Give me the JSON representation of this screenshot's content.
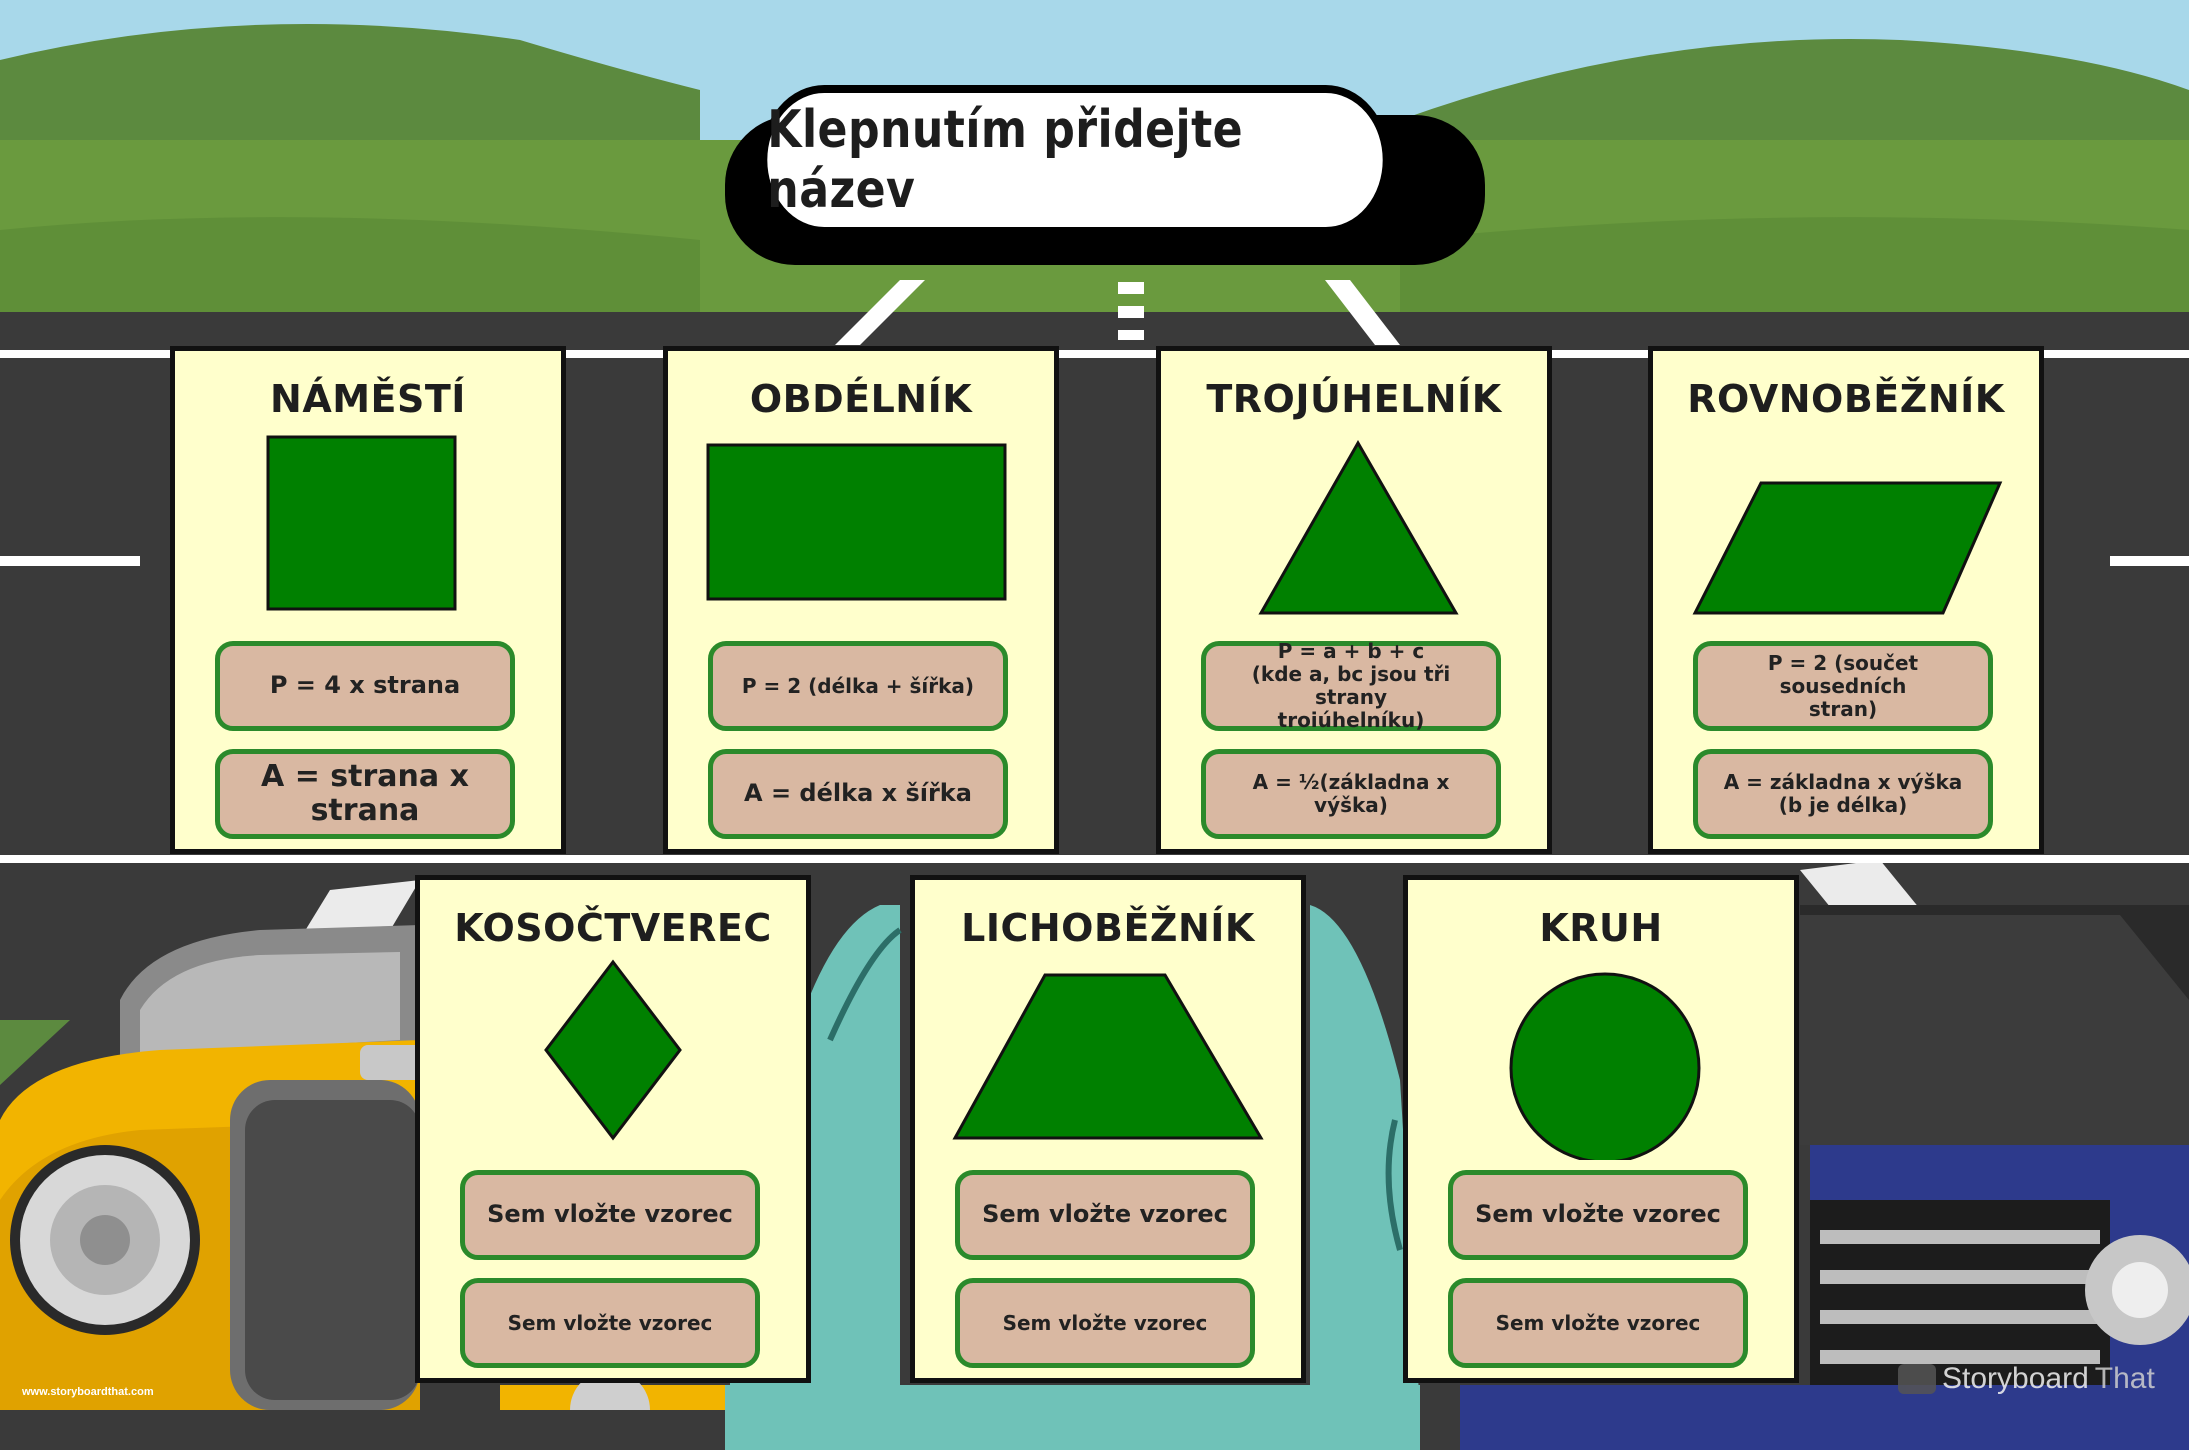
{
  "title": "Klepnutím přidejte název",
  "colors": {
    "sky": "#a8d8ea",
    "hills": "#5c8a3f",
    "grass": "#6a9a3e",
    "road": "#3a3a3a",
    "card": "#ffffcc",
    "shape": "#008000",
    "formula_bg": "#d9b8a2",
    "formula_border": "#2b8a2b"
  },
  "cards": [
    {
      "title": "NÁMĚSTÍ",
      "shape_icon": "square-icon",
      "formula_top": "P = 4 x strana",
      "formula_bottom": "A = strana x strana"
    },
    {
      "title": "OBDÉLNÍK",
      "shape_icon": "rectangle-icon",
      "formula_top": "P = 2 (délka + šířka)",
      "formula_bottom": "A = délka x šířka"
    },
    {
      "title": "TROJÚHELNÍK",
      "shape_icon": "triangle-icon",
      "formula_top": "P = a + b + c\n(kde a, bc jsou tři strany\ntroiúhelníku)",
      "formula_bottom": "A = ½(základna x výška)"
    },
    {
      "title": "ROVNOBĚŽNÍK",
      "shape_icon": "parallelogram-icon",
      "formula_top": "P = 2 (součet sousedních\nstran)",
      "formula_bottom": "A = základna x výška\n(b je délka)"
    },
    {
      "title": "KOSOČTVEREC",
      "shape_icon": "rhombus-icon",
      "formula_top": "Sem vložte vzorec",
      "formula_bottom": "Sem vložte vzorec"
    },
    {
      "title": "LICHOBĚŽNÍK",
      "shape_icon": "trapezoid-icon",
      "formula_top": "Sem vložte vzorec",
      "formula_bottom": "Sem vložte vzorec"
    },
    {
      "title": "KRUH",
      "shape_icon": "circle-icon",
      "formula_top": "Sem vložte vzorec",
      "formula_bottom": "Sem vložte vzorec"
    }
  ],
  "watermark_left": "www.storyboardthat.com",
  "watermark_right_a": "Storyboard",
  "watermark_right_b": "That"
}
